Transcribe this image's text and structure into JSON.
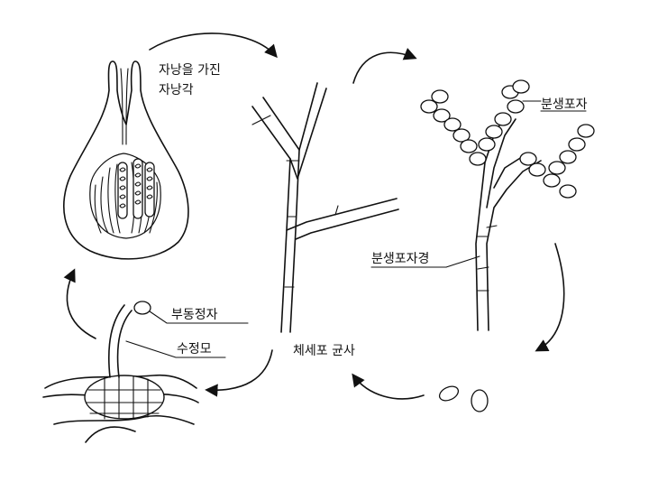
{
  "labels": {
    "ascocarp_line1": "자낭을 가진",
    "ascocarp_line2": "자낭각",
    "conidia": "분생포자",
    "conidiophore": "분생포자경",
    "antheridium": "부동정자",
    "trichogyne": "수정모",
    "somatic_hyphae": "체세포 균사"
  },
  "colors": {
    "ink": "#111111",
    "background": "#ffffff"
  },
  "icons": [
    "cycle-arrow"
  ]
}
